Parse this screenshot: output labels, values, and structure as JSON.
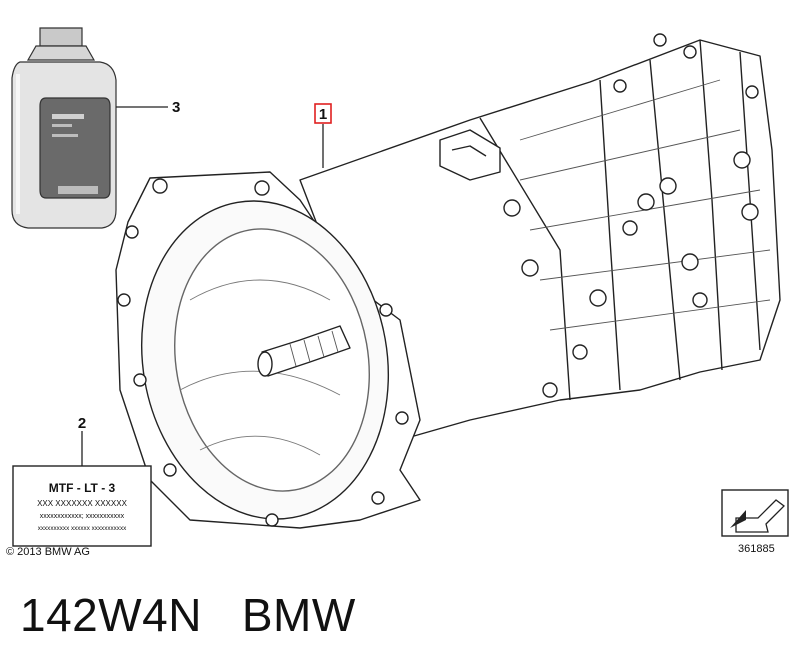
{
  "callouts": {
    "part1": "1",
    "part2": "2",
    "part3": "3"
  },
  "label": {
    "title": "MTF - LT - 3",
    "line1": "XXX XXXXXXX XXXXXX",
    "line2": "xxxxxxxxxxxx; xxxxxxxxxxx",
    "line3": "xxxxxxxxxx  xxxxxx  xxxxxxxxxxx"
  },
  "copyright": "© 2013 BMW AG",
  "diagram_number": "361885",
  "caption": {
    "part_code": "142W4N",
    "brand": "BMW"
  },
  "colors": {
    "highlight_box": "#e02020",
    "line": "#222222"
  }
}
